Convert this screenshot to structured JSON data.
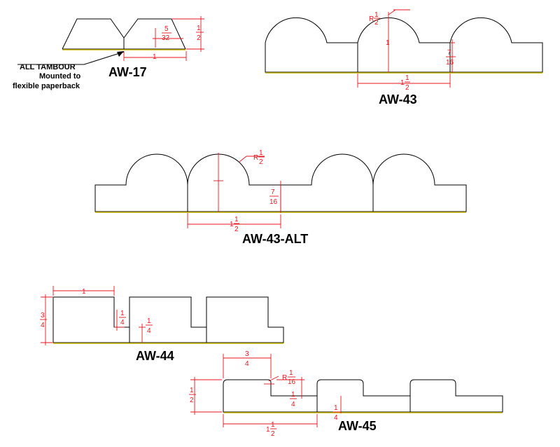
{
  "callout": {
    "line1": "ALL TAMBOUR",
    "line2": "Mounted to",
    "line3": "flexible paperback"
  },
  "labels": {
    "aw17": "AW-17",
    "aw43": "AW-43",
    "aw43alt": "AW-43-ALT",
    "aw44": "AW-44",
    "aw45": "AW-45"
  },
  "dims": {
    "aw17": {
      "depth_num": "5",
      "depth_den": "32",
      "height_num": "1",
      "height_den": "2",
      "width": "1"
    },
    "aw43": {
      "radius_prefix": "R",
      "radius_num": "1",
      "radius_den": "2",
      "height": "1",
      "step_num": "7",
      "step_den": "16",
      "pitch_whole": "1",
      "pitch_num": "1",
      "pitch_den": "2"
    },
    "aw43alt": {
      "radius_prefix": "R",
      "radius_num": "1",
      "radius_den": "2",
      "step_num": "7",
      "step_den": "16",
      "pitch_whole": "1",
      "pitch_num": "1",
      "pitch_den": "2"
    },
    "aw44": {
      "width": "1",
      "height_num": "3",
      "height_den": "4",
      "step1_num": "1",
      "step1_den": "4",
      "step2_num": "1",
      "step2_den": "4"
    },
    "aw45": {
      "width_num": "3",
      "width_den": "4",
      "radius_prefix": "R",
      "radius_num": "1",
      "radius_den": "16",
      "height_num": "1",
      "height_den": "2",
      "step1_num": "1",
      "step1_den": "4",
      "step2_num": "1",
      "step2_den": "4",
      "pitch_whole": "1",
      "pitch_num": "1",
      "pitch_den": "2"
    }
  }
}
